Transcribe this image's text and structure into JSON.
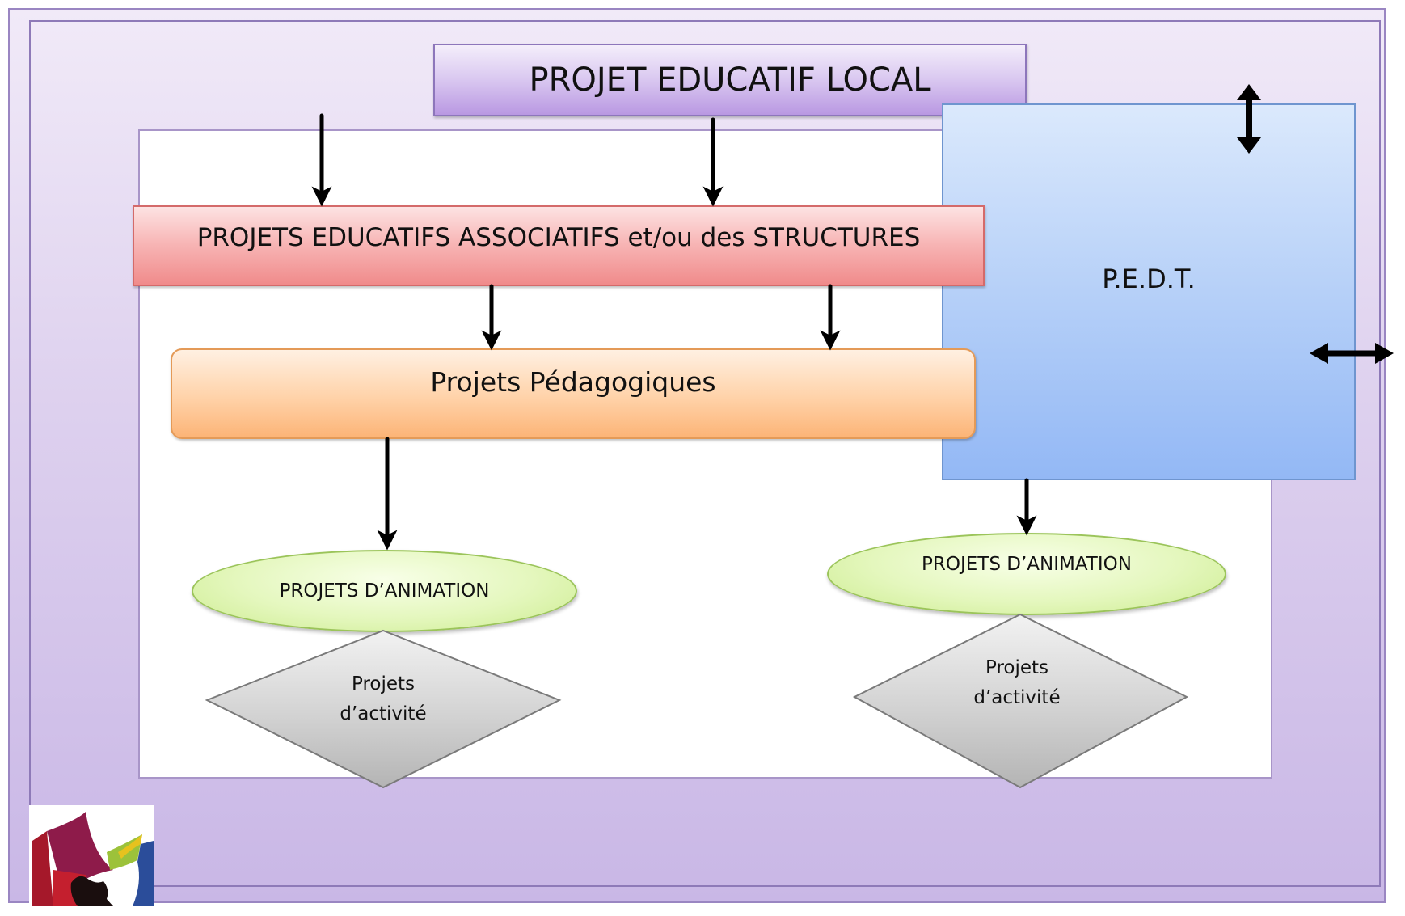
{
  "diagram": {
    "top_label": "PROJET EDUCATIF LOCAL",
    "side_label": "P.E.D.T.",
    "associative_label": "PROJETS EDUCATIFS ASSOCIATIFS et/ou des STRUCTURES",
    "pedagogic_label": "Projets Pédagogiques",
    "animation_left": "PROJETS D’ANIMATION",
    "animation_right": "PROJETS D’ANIMATION",
    "activity_left": [
      "Projets",
      "d’activité"
    ],
    "activity_right": [
      "Projets",
      "d’activité"
    ]
  },
  "colors": {
    "top_box": "#d9c7f0",
    "pedt_box": "#b6d0f8",
    "associative_box": "#f7b3b3",
    "pedagogic_box": "#ffd2a8",
    "animation_ellipse": "#e4f7bd",
    "activity_diamond": "#d6d6d6",
    "background": "#ddd0ee"
  },
  "icons": {
    "logo": "logo-icon",
    "vertical_double_arrow": "vertical-double-arrow-icon",
    "horizontal_double_arrow": "horizontal-double-arrow-icon"
  }
}
